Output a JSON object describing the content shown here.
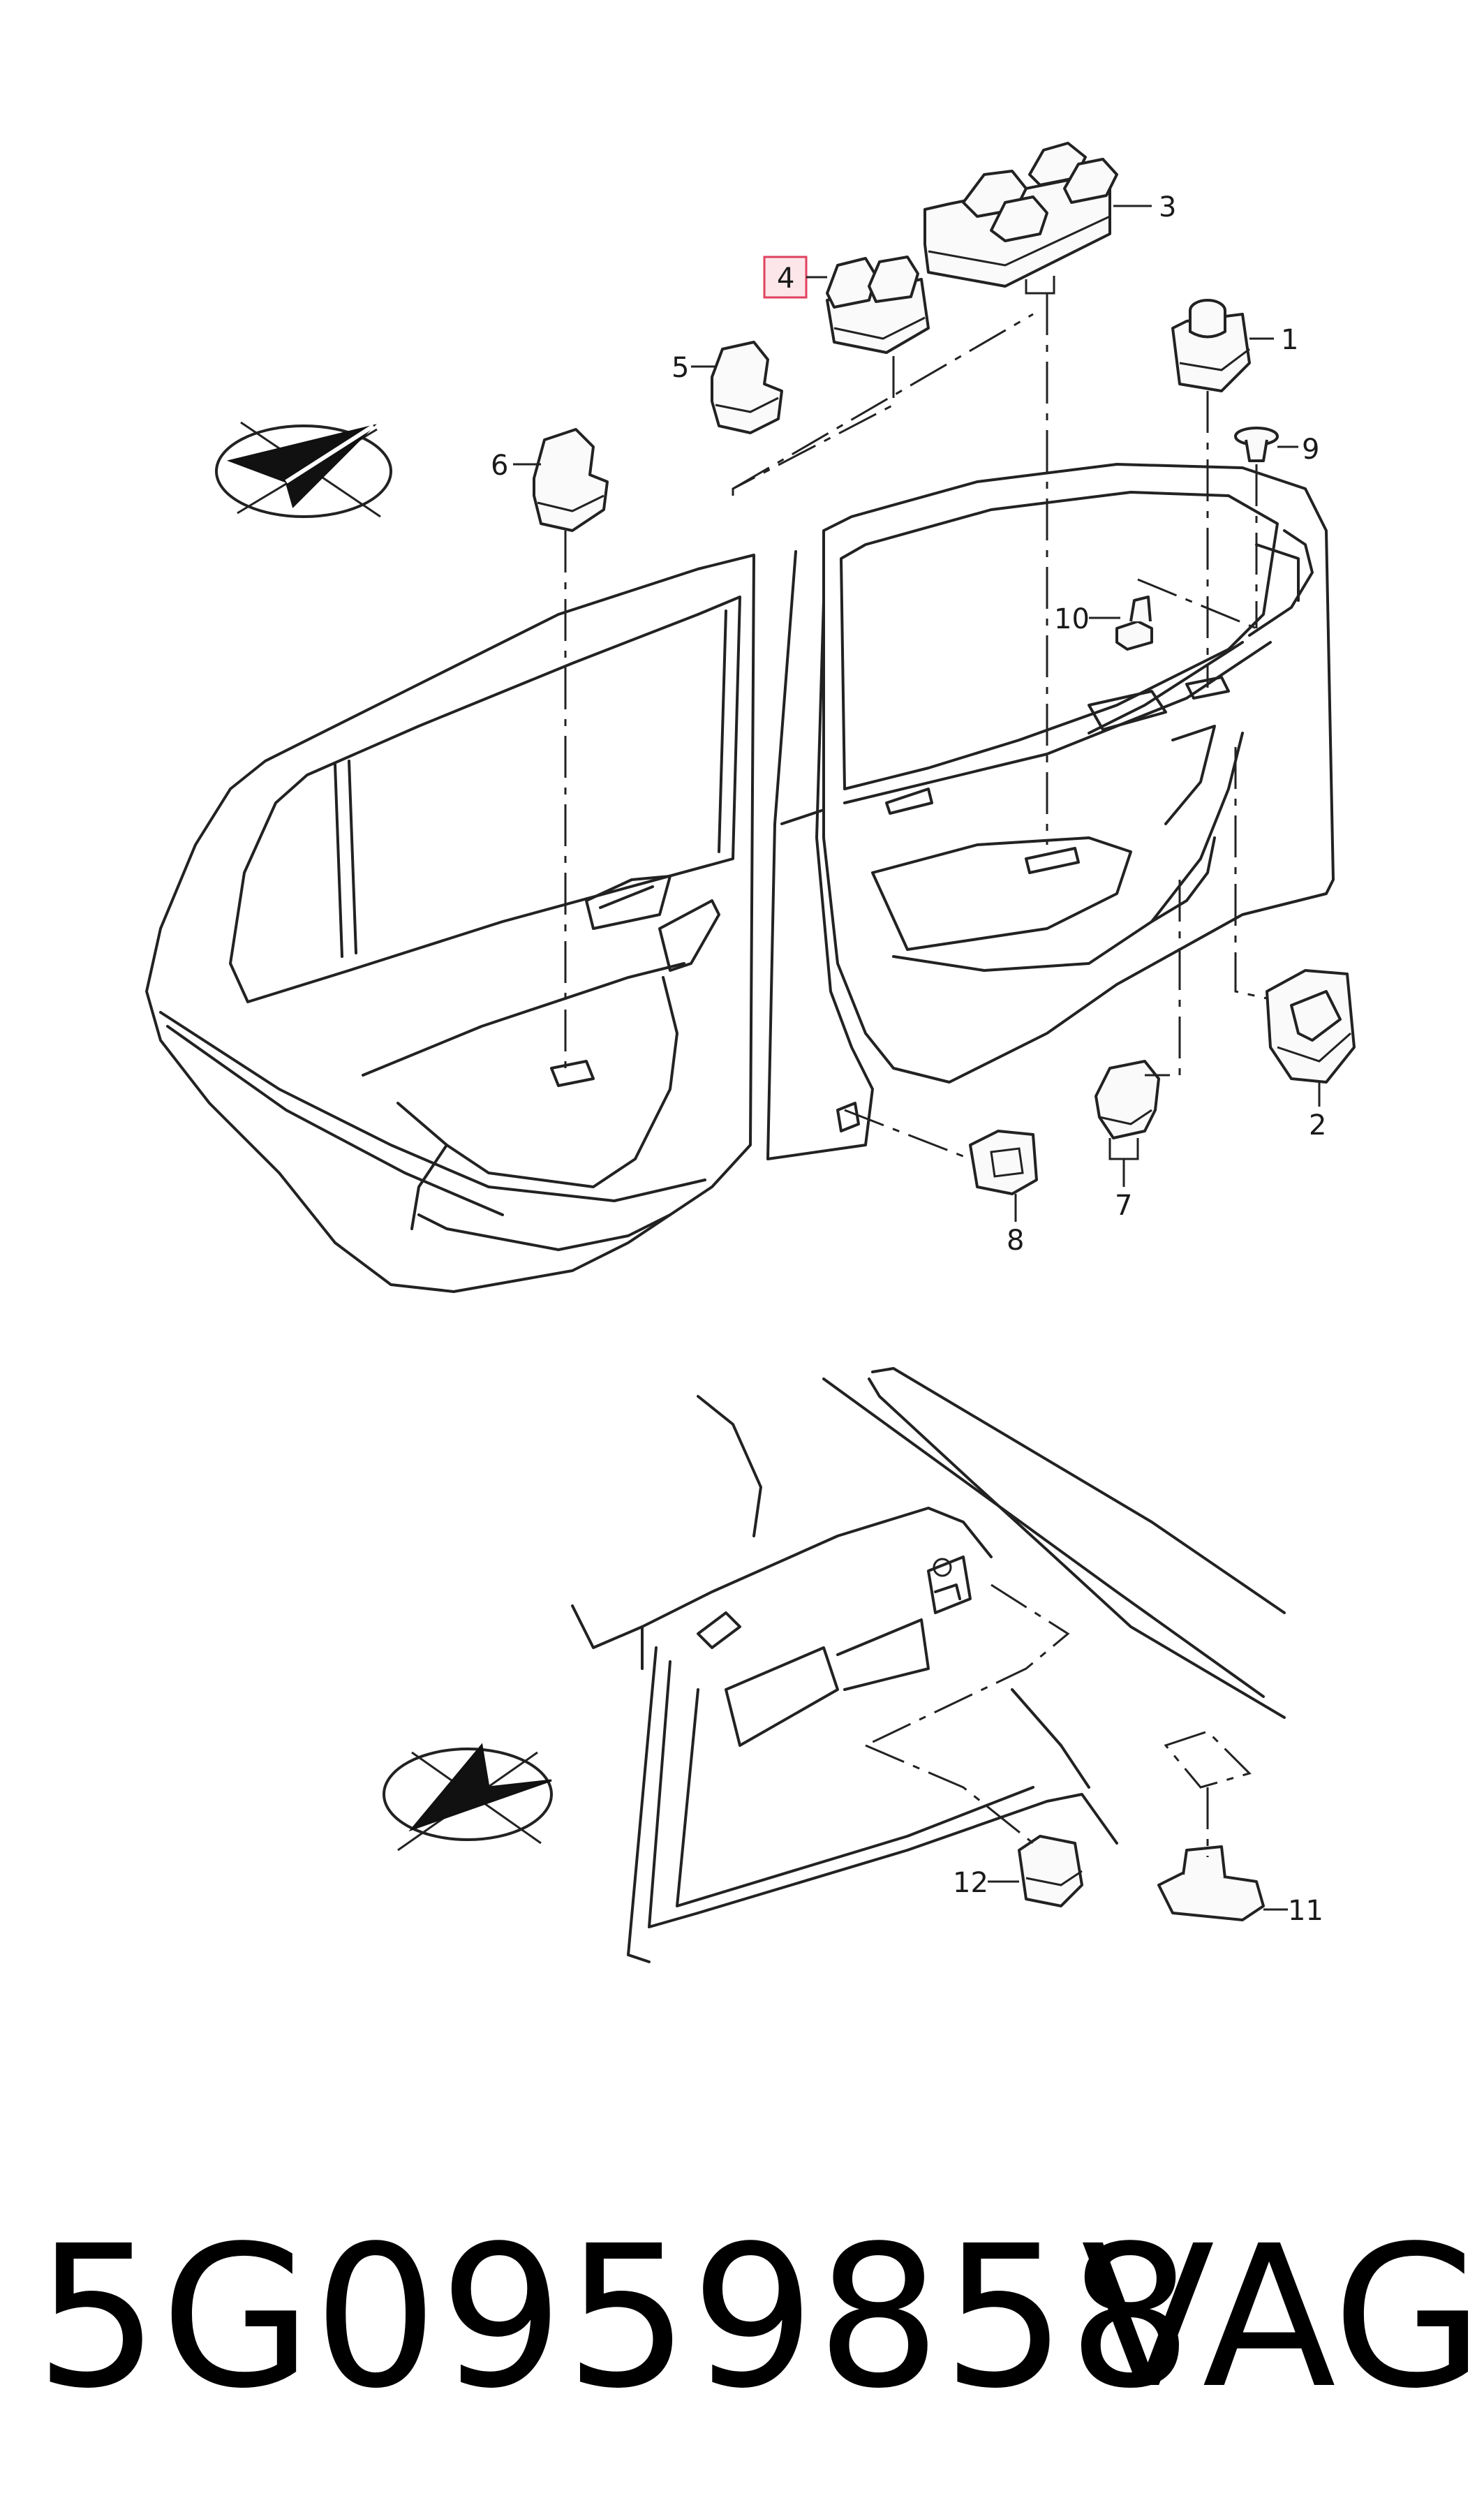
{
  "callouts": [
    {
      "id": "1",
      "label": "1"
    },
    {
      "id": "2",
      "label": "2"
    },
    {
      "id": "3",
      "label": "3"
    },
    {
      "id": "4",
      "label": "4",
      "highlighted": true
    },
    {
      "id": "5",
      "label": "5"
    },
    {
      "id": "6",
      "label": "6"
    },
    {
      "id": "7",
      "label": "7"
    },
    {
      "id": "8",
      "label": "8"
    },
    {
      "id": "9",
      "label": "9"
    },
    {
      "id": "10",
      "label": "10"
    },
    {
      "id": "11",
      "label": "11"
    },
    {
      "id": "12",
      "label": "12"
    }
  ],
  "highlight_color": "#e0415e",
  "orientation_icons": [
    "direction-arrow-icon",
    "direction-arrow-icon"
  ],
  "footer": {
    "part_number": "5G0959858",
    "brand": "VAG"
  }
}
